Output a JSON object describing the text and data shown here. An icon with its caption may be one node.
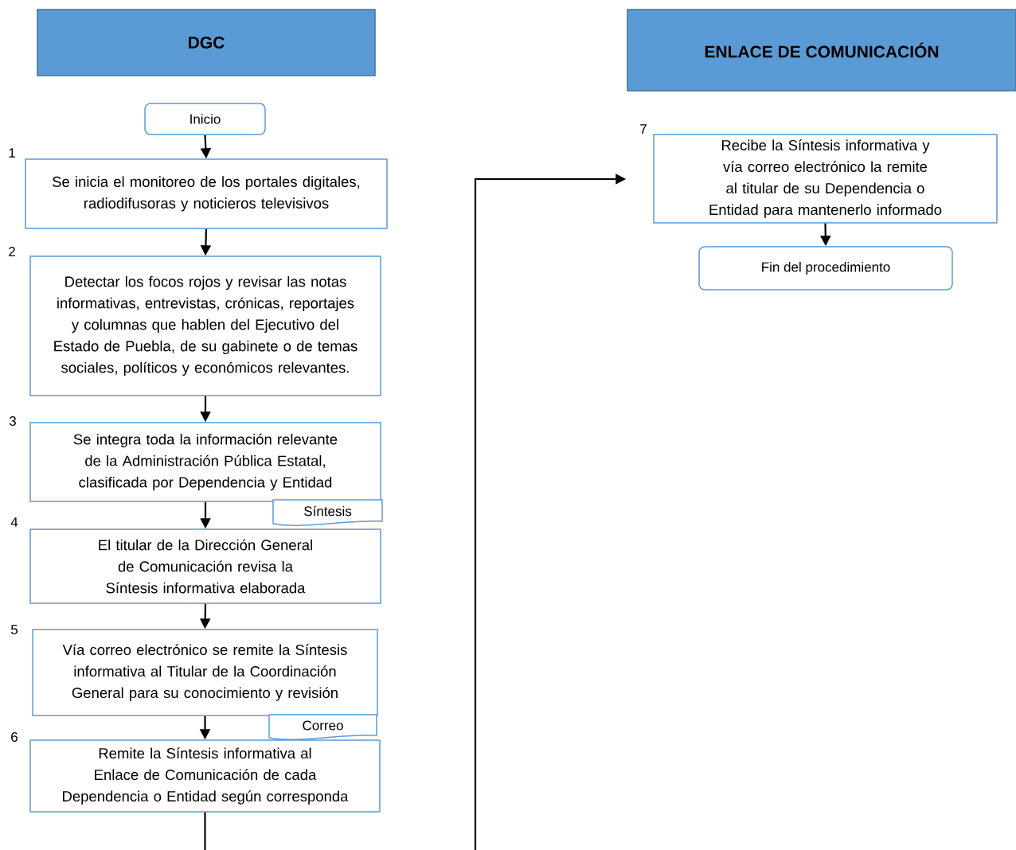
{
  "diagram": {
    "nodes": [
      {
        "text": [
          "DGC"
        ]
      },
      {
        "text": [
          "ENLACE DE COMUNICACIÓN"
        ]
      },
      {
        "text": [
          "Inicio"
        ]
      },
      {
        "text": [
          "Se inicia el monitoreo de los portales digitales, radiodifusoras y noticieros televisivos"
        ],
        "beside": [
          "1"
        ]
      },
      {
        "text": [
          "Detectar los focos rojos y revisar las notas informativas, entrevistas, crónicas, reportajes y columnas que hablen del Ejecutivo del Estado de Puebla, de su gabinete o de temas sociales, políticos y económicos relevantes."
        ],
        "beside": [
          "2"
        ]
      },
      {
        "text": [
          "Se integra toda la información relevante de la Administración Pública Estatal, clasificada por Dependencia y Entidad"
        ],
        "beside": [
          "3"
        ]
      },
      {
        "text": [
          "Síntesis"
        ]
      },
      {
        "text": [
          "El titular de la Dirección General de Comunicación revisa la Síntesis informativa elaborada"
        ],
        "beside": [
          "4"
        ]
      },
      {
        "text": [
          "Vía correo electrónico se remite la Síntesis informativa al Titular de la Coordinación General para su conocimiento y revisión"
        ],
        "beside": [
          "5"
        ]
      },
      {
        "text": [
          "Correo"
        ]
      },
      {
        "text": [
          "Remite la Síntesis informativa al Enlace de Comunicación de cada Dependencia o Entidad según corresponda"
        ],
        "beside": [
          "6"
        ]
      },
      {
        "text": [
          "Recibe la Síntesis informativa y vía correo electrónico la remite al titular de su Dependencia o Entidad para mantenerlo informado"
        ],
        "beside": [
          "7"
        ]
      },
      {
        "text": [
          "Fin del procedimiento"
        ]
      }
    ],
    "edges": [
      {
        "from": 2,
        "to": 3,
        "arrow": "to"
      },
      {
        "from": 3,
        "to": 4,
        "arrow": "to"
      },
      {
        "from": 4,
        "to": 5,
        "arrow": "to"
      },
      {
        "from": 5,
        "to": 7,
        "arrow": "to"
      },
      {
        "from": 7,
        "to": 8,
        "arrow": "to"
      },
      {
        "from": 8,
        "to": 10,
        "arrow": "to"
      },
      {
        "from": 10,
        "to": null,
        "arrow": "none"
      },
      {
        "from": null,
        "to": 11,
        "arrow": "to"
      },
      {
        "from": 11,
        "to": 12,
        "arrow": "to"
      }
    ]
  }
}
